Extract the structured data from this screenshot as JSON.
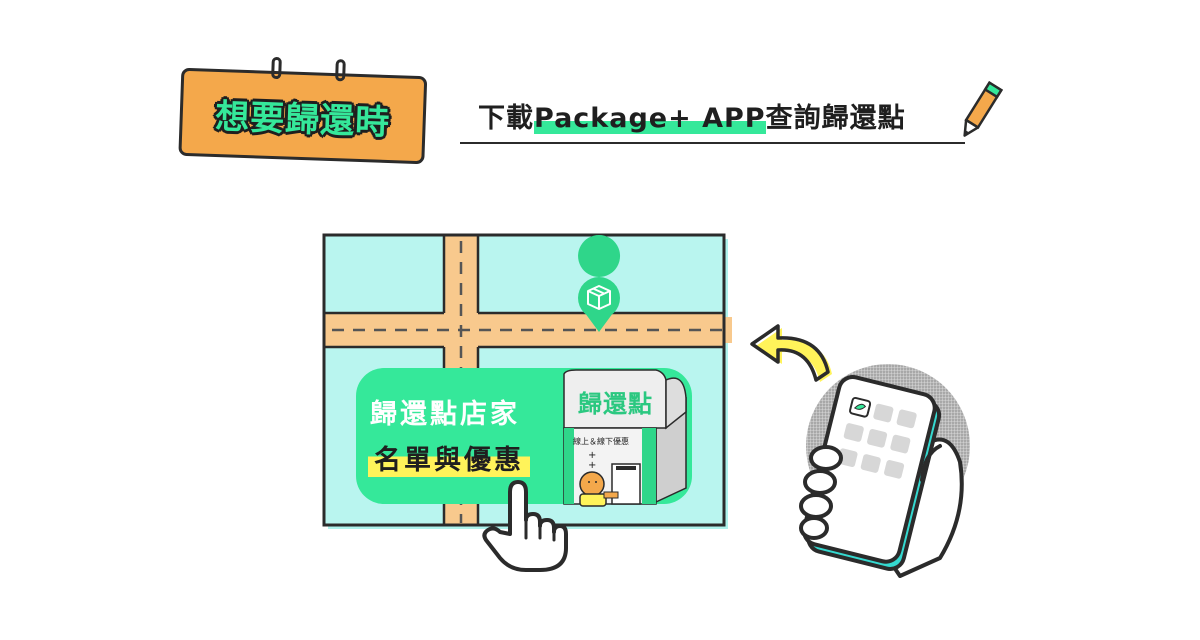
{
  "header": {
    "tag_text": "想要歸還時",
    "subtitle_prefix": "下載",
    "subtitle_highlight": "Package+ APP",
    "subtitle_suffix": "查詢歸還點"
  },
  "banner": {
    "line1": "歸還點店家",
    "line2": "名單與優惠",
    "store_sign": "歸還點",
    "store_note": "線上＆線下優惠"
  },
  "icons": {
    "pin": "package-box-icon",
    "hand": "pointing-hand-icon",
    "arrow": "curved-arrow-icon",
    "phone": "phone-icon",
    "pencil": "pencil-icon"
  },
  "colors": {
    "map_bg": "#b9f5ef",
    "road": "#f8c98d",
    "green": "#35e89a",
    "tag_orange": "#f4a84b",
    "yellow": "#fff35a",
    "outline": "#2b2b2b"
  }
}
